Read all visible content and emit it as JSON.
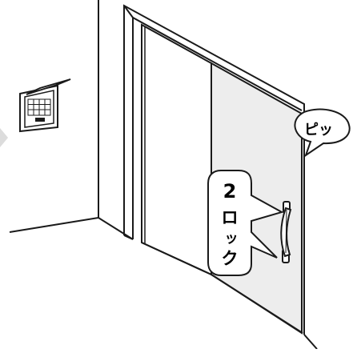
{
  "labels": {
    "beep": "ピッ",
    "lock_number": "2",
    "lock_word_chars": [
      "ロ",
      "ッ",
      "ク"
    ]
  },
  "colors": {
    "line": "#1a1a1a",
    "door_panel_shade": "#ededed",
    "background": "#ffffff",
    "side_arrow": "#dcdcdc"
  }
}
